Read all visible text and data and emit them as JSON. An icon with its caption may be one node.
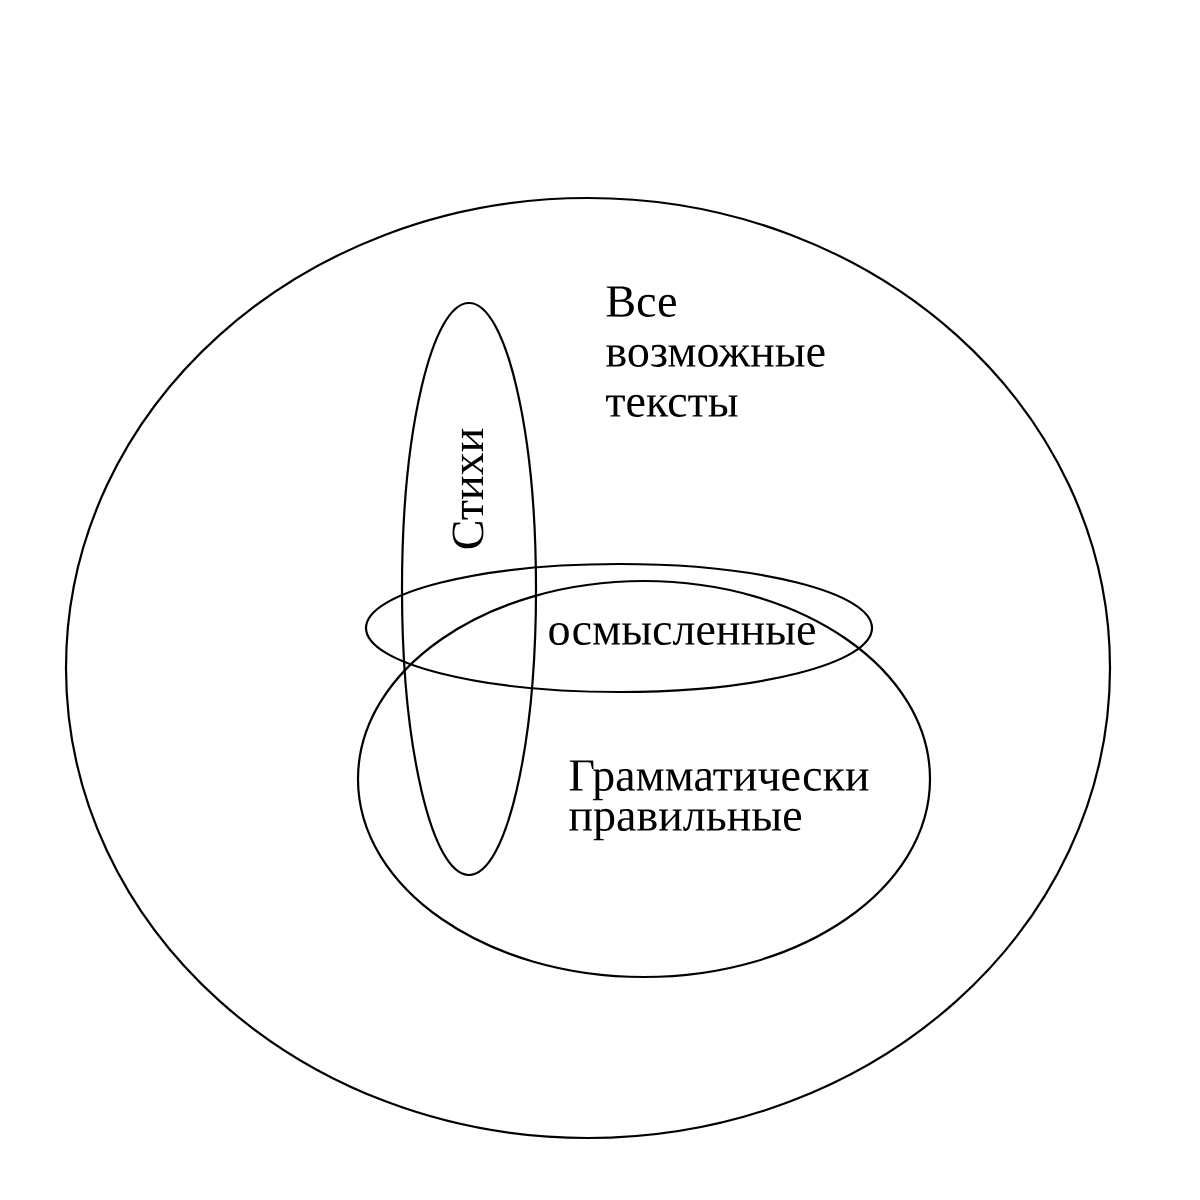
{
  "diagram": {
    "nodes": [
      {
        "text": [
          "Все возможные тексты"
        ]
      },
      {
        "text": [
          "Стихи"
        ],
        "in": 0
      },
      {
        "text": [
          "осмысленные"
        ],
        "in": 0
      },
      {
        "text": [
          "Грамматически правильные"
        ],
        "in": 0
      }
    ]
  }
}
